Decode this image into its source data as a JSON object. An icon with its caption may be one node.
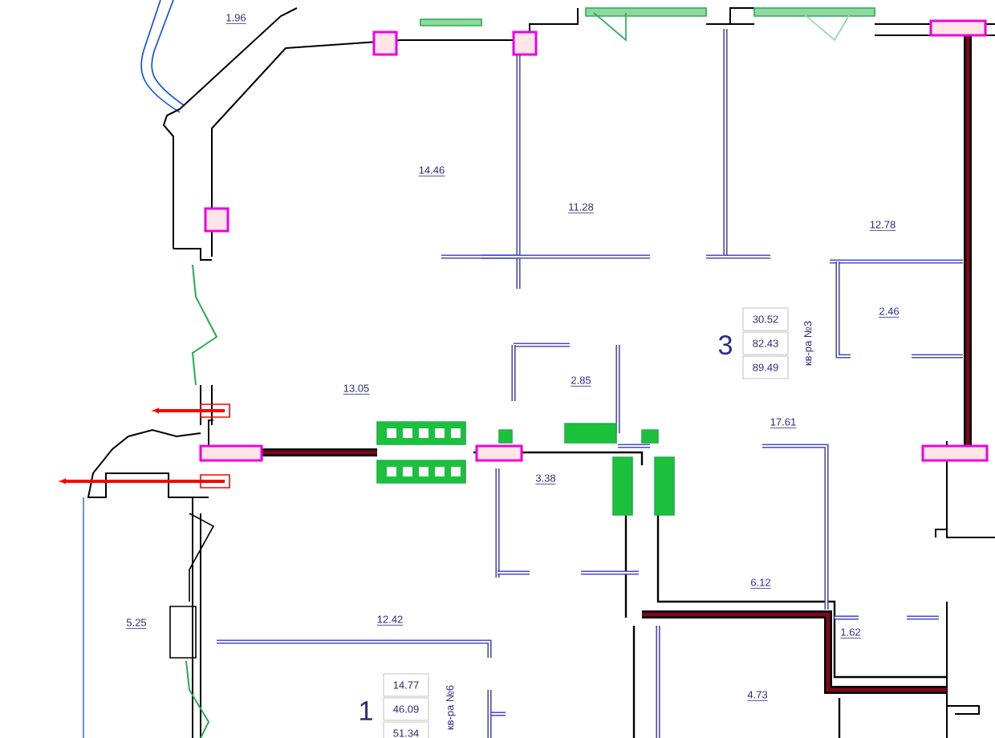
{
  "diagram": {
    "labels": [
      "1.96",
      "14.46",
      "11.28",
      "12.78",
      "2.46",
      "3",
      "30.52",
      "82.43",
      "89.49",
      "кв-ра №3",
      "13.05",
      "2.85",
      "17.61",
      "3.38",
      "6.12",
      "5.25",
      "12.42",
      "1.62",
      "4.73",
      "1",
      "14.77",
      "46.09",
      "51.34",
      "кв-ра №6"
    ]
  }
}
